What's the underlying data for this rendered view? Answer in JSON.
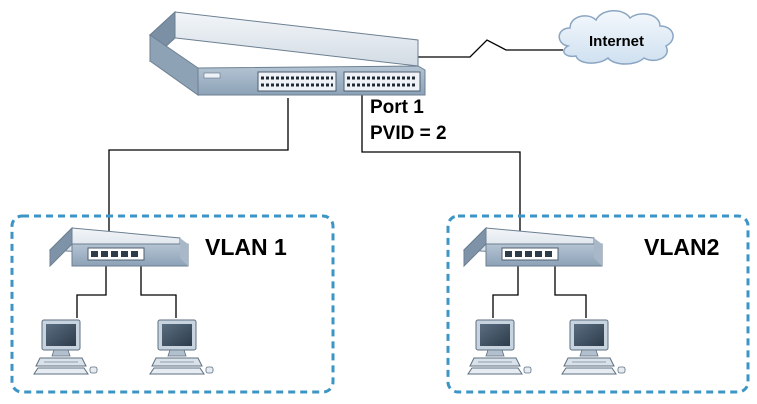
{
  "internet_label": "Internet",
  "port_label": "Port 1",
  "pvid_label": "PVID = 2",
  "vlans": [
    {
      "label": "VLAN 1"
    },
    {
      "label": "VLAN2"
    }
  ],
  "colors": {
    "vlan_border": "#3c95c4",
    "device_face": "#9fb2c6",
    "device_top": "#e7ecf1",
    "cloud_fill": "#dfeaf5",
    "cloud_stroke": "#8aa6c2",
    "cable": "#000000"
  },
  "icons": [
    "main-switch-icon",
    "cloud-icon",
    "workgroup-switch-icon",
    "computer-icon"
  ]
}
